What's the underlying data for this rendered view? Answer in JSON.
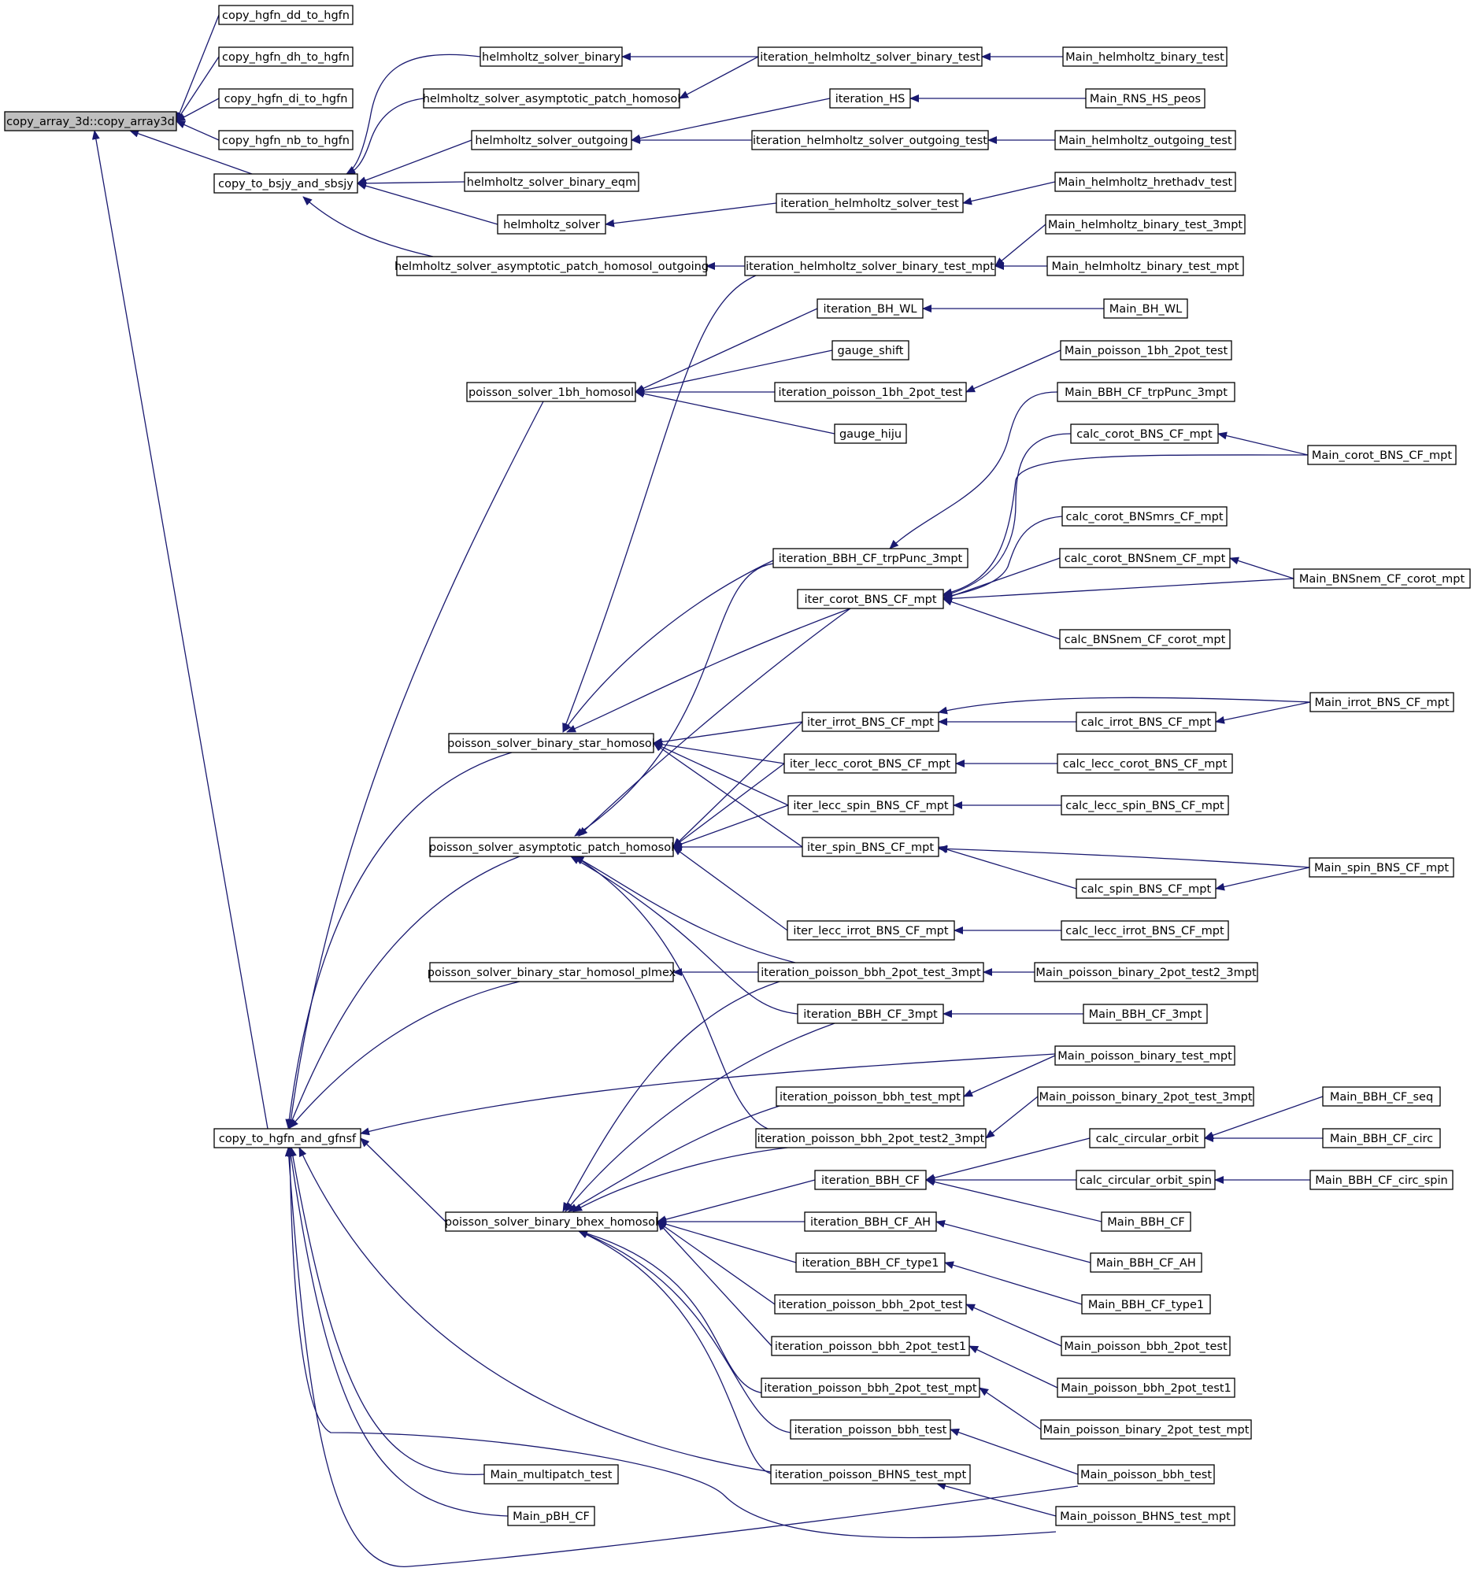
{
  "graph": {
    "style": {
      "edge_color": "#191970",
      "root_fill": "#bfbfbf",
      "node_fill": "#ffffff",
      "border": "#000000"
    },
    "nodes": [
      {
        "id": "n0",
        "label": "copy_array_3d::copy_array3d",
        "root": true
      },
      {
        "id": "n1",
        "label": "copy_hgfn_dd_to_hgfn"
      },
      {
        "id": "n2",
        "label": "copy_hgfn_dh_to_hgfn"
      },
      {
        "id": "n3",
        "label": "copy_hgfn_di_to_hgfn"
      },
      {
        "id": "n4",
        "label": "copy_hgfn_nb_to_hgfn"
      },
      {
        "id": "n5",
        "label": "copy_to_bsjy_and_sbsjy"
      },
      {
        "id": "n6",
        "label": "copy_to_hgfn_and_gfnsf"
      },
      {
        "id": "n7",
        "label": "helmholtz_solver_binary"
      },
      {
        "id": "n8",
        "label": "helmholtz_solver_asymptotic_patch_homosol"
      },
      {
        "id": "n9",
        "label": "helmholtz_solver_outgoing"
      },
      {
        "id": "n10",
        "label": "helmholtz_solver_binary_eqm"
      },
      {
        "id": "n11",
        "label": "helmholtz_solver"
      },
      {
        "id": "n12",
        "label": "helmholtz_solver_asymptotic_patch_homosol_outgoing"
      },
      {
        "id": "n13",
        "label": "iteration_helmholtz_solver_binary_test"
      },
      {
        "id": "n14",
        "label": "iteration_HS"
      },
      {
        "id": "n15",
        "label": "iteration_helmholtz_solver_outgoing_test"
      },
      {
        "id": "n16",
        "label": "iteration_helmholtz_solver_test"
      },
      {
        "id": "n17",
        "label": "iteration_helmholtz_solver_binary_test_mpt"
      },
      {
        "id": "n18",
        "label": "Main_helmholtz_binary_test"
      },
      {
        "id": "n19",
        "label": "Main_RNS_HS_peos"
      },
      {
        "id": "n20",
        "label": "Main_helmholtz_outgoing_test"
      },
      {
        "id": "n21",
        "label": "Main_helmholtz_hrethadv_test"
      },
      {
        "id": "n22",
        "label": "Main_helmholtz_binary_test_3mpt"
      },
      {
        "id": "n23",
        "label": "Main_helmholtz_binary_test_mpt"
      },
      {
        "id": "n24",
        "label": "poisson_solver_1bh_homosol"
      },
      {
        "id": "n25",
        "label": "iteration_BH_WL"
      },
      {
        "id": "n26",
        "label": "gauge_shift"
      },
      {
        "id": "n27",
        "label": "iteration_poisson_1bh_2pot_test"
      },
      {
        "id": "n28",
        "label": "gauge_hiju"
      },
      {
        "id": "n29",
        "label": "Main_BH_WL"
      },
      {
        "id": "n30",
        "label": "Main_poisson_1bh_2pot_test"
      },
      {
        "id": "n31",
        "label": "Main_BBH_CF_trpPunc_3mpt"
      },
      {
        "id": "n32",
        "label": "calc_corot_BNS_CF_mpt"
      },
      {
        "id": "n33",
        "label": "Main_corot_BNS_CF_mpt"
      },
      {
        "id": "n34",
        "label": "calc_corot_BNSmrs_CF_mpt"
      },
      {
        "id": "n35",
        "label": "calc_corot_BNSnem_CF_mpt"
      },
      {
        "id": "n36",
        "label": "Main_BNSnem_CF_corot_mpt"
      },
      {
        "id": "n37",
        "label": "iteration_BBH_CF_trpPunc_3mpt"
      },
      {
        "id": "n38",
        "label": "iter_corot_BNS_CF_mpt"
      },
      {
        "id": "n39",
        "label": "calc_BNSnem_CF_corot_mpt"
      },
      {
        "id": "n40",
        "label": "poisson_solver_binary_star_homosol"
      },
      {
        "id": "n41",
        "label": "iter_irrot_BNS_CF_mpt"
      },
      {
        "id": "n42",
        "label": "calc_irrot_BNS_CF_mpt"
      },
      {
        "id": "n43",
        "label": "Main_irrot_BNS_CF_mpt"
      },
      {
        "id": "n44",
        "label": "iter_lecc_corot_BNS_CF_mpt"
      },
      {
        "id": "n45",
        "label": "calc_lecc_corot_BNS_CF_mpt"
      },
      {
        "id": "n46",
        "label": "iter_lecc_spin_BNS_CF_mpt"
      },
      {
        "id": "n47",
        "label": "calc_lecc_spin_BNS_CF_mpt"
      },
      {
        "id": "n48",
        "label": "poisson_solver_asymptotic_patch_homosol"
      },
      {
        "id": "n49",
        "label": "iter_spin_BNS_CF_mpt"
      },
      {
        "id": "n50",
        "label": "Main_spin_BNS_CF_mpt"
      },
      {
        "id": "n51",
        "label": "calc_spin_BNS_CF_mpt"
      },
      {
        "id": "n52",
        "label": "iter_lecc_irrot_BNS_CF_mpt"
      },
      {
        "id": "n53",
        "label": "calc_lecc_irrot_BNS_CF_mpt"
      },
      {
        "id": "n54",
        "label": "poisson_solver_binary_star_homosol_plmex"
      },
      {
        "id": "n55",
        "label": "iteration_poisson_bbh_2pot_test_3mpt"
      },
      {
        "id": "n56",
        "label": "Main_poisson_binary_2pot_test2_3mpt"
      },
      {
        "id": "n57",
        "label": "iteration_BBH_CF_3mpt"
      },
      {
        "id": "n58",
        "label": "Main_BBH_CF_3mpt"
      },
      {
        "id": "n59",
        "label": "Main_poisson_binary_test_mpt"
      },
      {
        "id": "n60",
        "label": "iteration_poisson_bbh_test_mpt"
      },
      {
        "id": "n61",
        "label": "Main_poisson_binary_2pot_test_3mpt"
      },
      {
        "id": "n62",
        "label": "Main_BBH_CF_seq"
      },
      {
        "id": "n63",
        "label": "iteration_poisson_bbh_2pot_test2_3mpt"
      },
      {
        "id": "n64",
        "label": "calc_circular_orbit"
      },
      {
        "id": "n65",
        "label": "Main_BBH_CF_circ"
      },
      {
        "id": "n66",
        "label": "iteration_BBH_CF"
      },
      {
        "id": "n67",
        "label": "calc_circular_orbit_spin"
      },
      {
        "id": "n68",
        "label": "Main_BBH_CF_circ_spin"
      },
      {
        "id": "n69",
        "label": "Main_BBH_CF"
      },
      {
        "id": "n70",
        "label": "poisson_solver_binary_bhex_homosol"
      },
      {
        "id": "n71",
        "label": "iteration_BBH_CF_AH"
      },
      {
        "id": "n72",
        "label": "Main_BBH_CF_AH"
      },
      {
        "id": "n73",
        "label": "iteration_BBH_CF_type1"
      },
      {
        "id": "n74",
        "label": "Main_BBH_CF_type1"
      },
      {
        "id": "n75",
        "label": "iteration_poisson_bbh_2pot_test"
      },
      {
        "id": "n76",
        "label": "Main_poisson_bbh_2pot_test"
      },
      {
        "id": "n77",
        "label": "iteration_poisson_bbh_2pot_test1"
      },
      {
        "id": "n78",
        "label": "Main_poisson_bbh_2pot_test1"
      },
      {
        "id": "n79",
        "label": "iteration_poisson_bbh_2pot_test_mpt"
      },
      {
        "id": "n80",
        "label": "Main_poisson_binary_2pot_test_mpt"
      },
      {
        "id": "n81",
        "label": "iteration_poisson_bbh_test"
      },
      {
        "id": "n82",
        "label": "Main_poisson_bbh_test"
      },
      {
        "id": "n83",
        "label": "iteration_poisson_BHNS_test_mpt"
      },
      {
        "id": "n84",
        "label": "Main_poisson_BHNS_test_mpt"
      },
      {
        "id": "n85",
        "label": "Main_multipatch_test"
      },
      {
        "id": "n86",
        "label": "Main_pBH_CF"
      }
    ],
    "edges": [
      [
        "n1",
        "n0"
      ],
      [
        "n2",
        "n0"
      ],
      [
        "n3",
        "n0"
      ],
      [
        "n4",
        "n0"
      ],
      [
        "n5",
        "n0"
      ],
      [
        "n6",
        "n0"
      ],
      [
        "n7",
        "n5"
      ],
      [
        "n8",
        "n5"
      ],
      [
        "n9",
        "n5"
      ],
      [
        "n10",
        "n5"
      ],
      [
        "n11",
        "n5"
      ],
      [
        "n12",
        "n5"
      ],
      [
        "n13",
        "n7"
      ],
      [
        "n18",
        "n13"
      ],
      [
        "n13",
        "n8"
      ],
      [
        "n14",
        "n9"
      ],
      [
        "n19",
        "n14"
      ],
      [
        "n15",
        "n9"
      ],
      [
        "n20",
        "n15"
      ],
      [
        "n16",
        "n11"
      ],
      [
        "n21",
        "n16"
      ],
      [
        "n17",
        "n12"
      ],
      [
        "n22",
        "n17"
      ],
      [
        "n23",
        "n17"
      ],
      [
        "n24",
        "n6"
      ],
      [
        "n40",
        "n6"
      ],
      [
        "n48",
        "n6"
      ],
      [
        "n54",
        "n6"
      ],
      [
        "n70",
        "n6"
      ],
      [
        "n59",
        "n6"
      ],
      [
        "n85",
        "n6"
      ],
      [
        "n86",
        "n6"
      ],
      [
        "n83",
        "n6"
      ],
      [
        "n82",
        "n6"
      ],
      [
        "n84",
        "n6"
      ],
      [
        "n25",
        "n24"
      ],
      [
        "n26",
        "n24"
      ],
      [
        "n27",
        "n24"
      ],
      [
        "n28",
        "n24"
      ],
      [
        "n29",
        "n25"
      ],
      [
        "n30",
        "n27"
      ],
      [
        "n17",
        "n40"
      ],
      [
        "n37",
        "n40"
      ],
      [
        "n38",
        "n40"
      ],
      [
        "n41",
        "n40"
      ],
      [
        "n44",
        "n40"
      ],
      [
        "n46",
        "n40"
      ],
      [
        "n49",
        "n40"
      ],
      [
        "n31",
        "n37"
      ],
      [
        "n32",
        "n38"
      ],
      [
        "n33",
        "n38"
      ],
      [
        "n34",
        "n38"
      ],
      [
        "n35",
        "n38"
      ],
      [
        "n36",
        "n38"
      ],
      [
        "n39",
        "n38"
      ],
      [
        "n33",
        "n32"
      ],
      [
        "n36",
        "n35"
      ],
      [
        "n42",
        "n41"
      ],
      [
        "n43",
        "n41"
      ],
      [
        "n43",
        "n42"
      ],
      [
        "n45",
        "n44"
      ],
      [
        "n47",
        "n46"
      ],
      [
        "n50",
        "n49"
      ],
      [
        "n51",
        "n49"
      ],
      [
        "n50",
        "n51"
      ],
      [
        "n53",
        "n52"
      ],
      [
        "n37",
        "n48"
      ],
      [
        "n38",
        "n48"
      ],
      [
        "n41",
        "n48"
      ],
      [
        "n44",
        "n48"
      ],
      [
        "n46",
        "n48"
      ],
      [
        "n49",
        "n48"
      ],
      [
        "n52",
        "n48"
      ],
      [
        "n55",
        "n48"
      ],
      [
        "n57",
        "n48"
      ],
      [
        "n63",
        "n48"
      ],
      [
        "n55",
        "n54"
      ],
      [
        "n56",
        "n55"
      ],
      [
        "n58",
        "n57"
      ],
      [
        "n59",
        "n60"
      ],
      [
        "n61",
        "n63"
      ],
      [
        "n55",
        "n70"
      ],
      [
        "n57",
        "n70"
      ],
      [
        "n60",
        "n70"
      ],
      [
        "n63",
        "n70"
      ],
      [
        "n66",
        "n70"
      ],
      [
        "n71",
        "n70"
      ],
      [
        "n73",
        "n70"
      ],
      [
        "n75",
        "n70"
      ],
      [
        "n77",
        "n70"
      ],
      [
        "n79",
        "n70"
      ],
      [
        "n81",
        "n70"
      ],
      [
        "n83",
        "n70"
      ],
      [
        "n64",
        "n66"
      ],
      [
        "n67",
        "n66"
      ],
      [
        "n69",
        "n66"
      ],
      [
        "n62",
        "n64"
      ],
      [
        "n65",
        "n64"
      ],
      [
        "n68",
        "n67"
      ],
      [
        "n72",
        "n71"
      ],
      [
        "n74",
        "n73"
      ],
      [
        "n76",
        "n75"
      ],
      [
        "n78",
        "n77"
      ],
      [
        "n80",
        "n79"
      ],
      [
        "n82",
        "n81"
      ],
      [
        "n84",
        "n83"
      ]
    ]
  }
}
